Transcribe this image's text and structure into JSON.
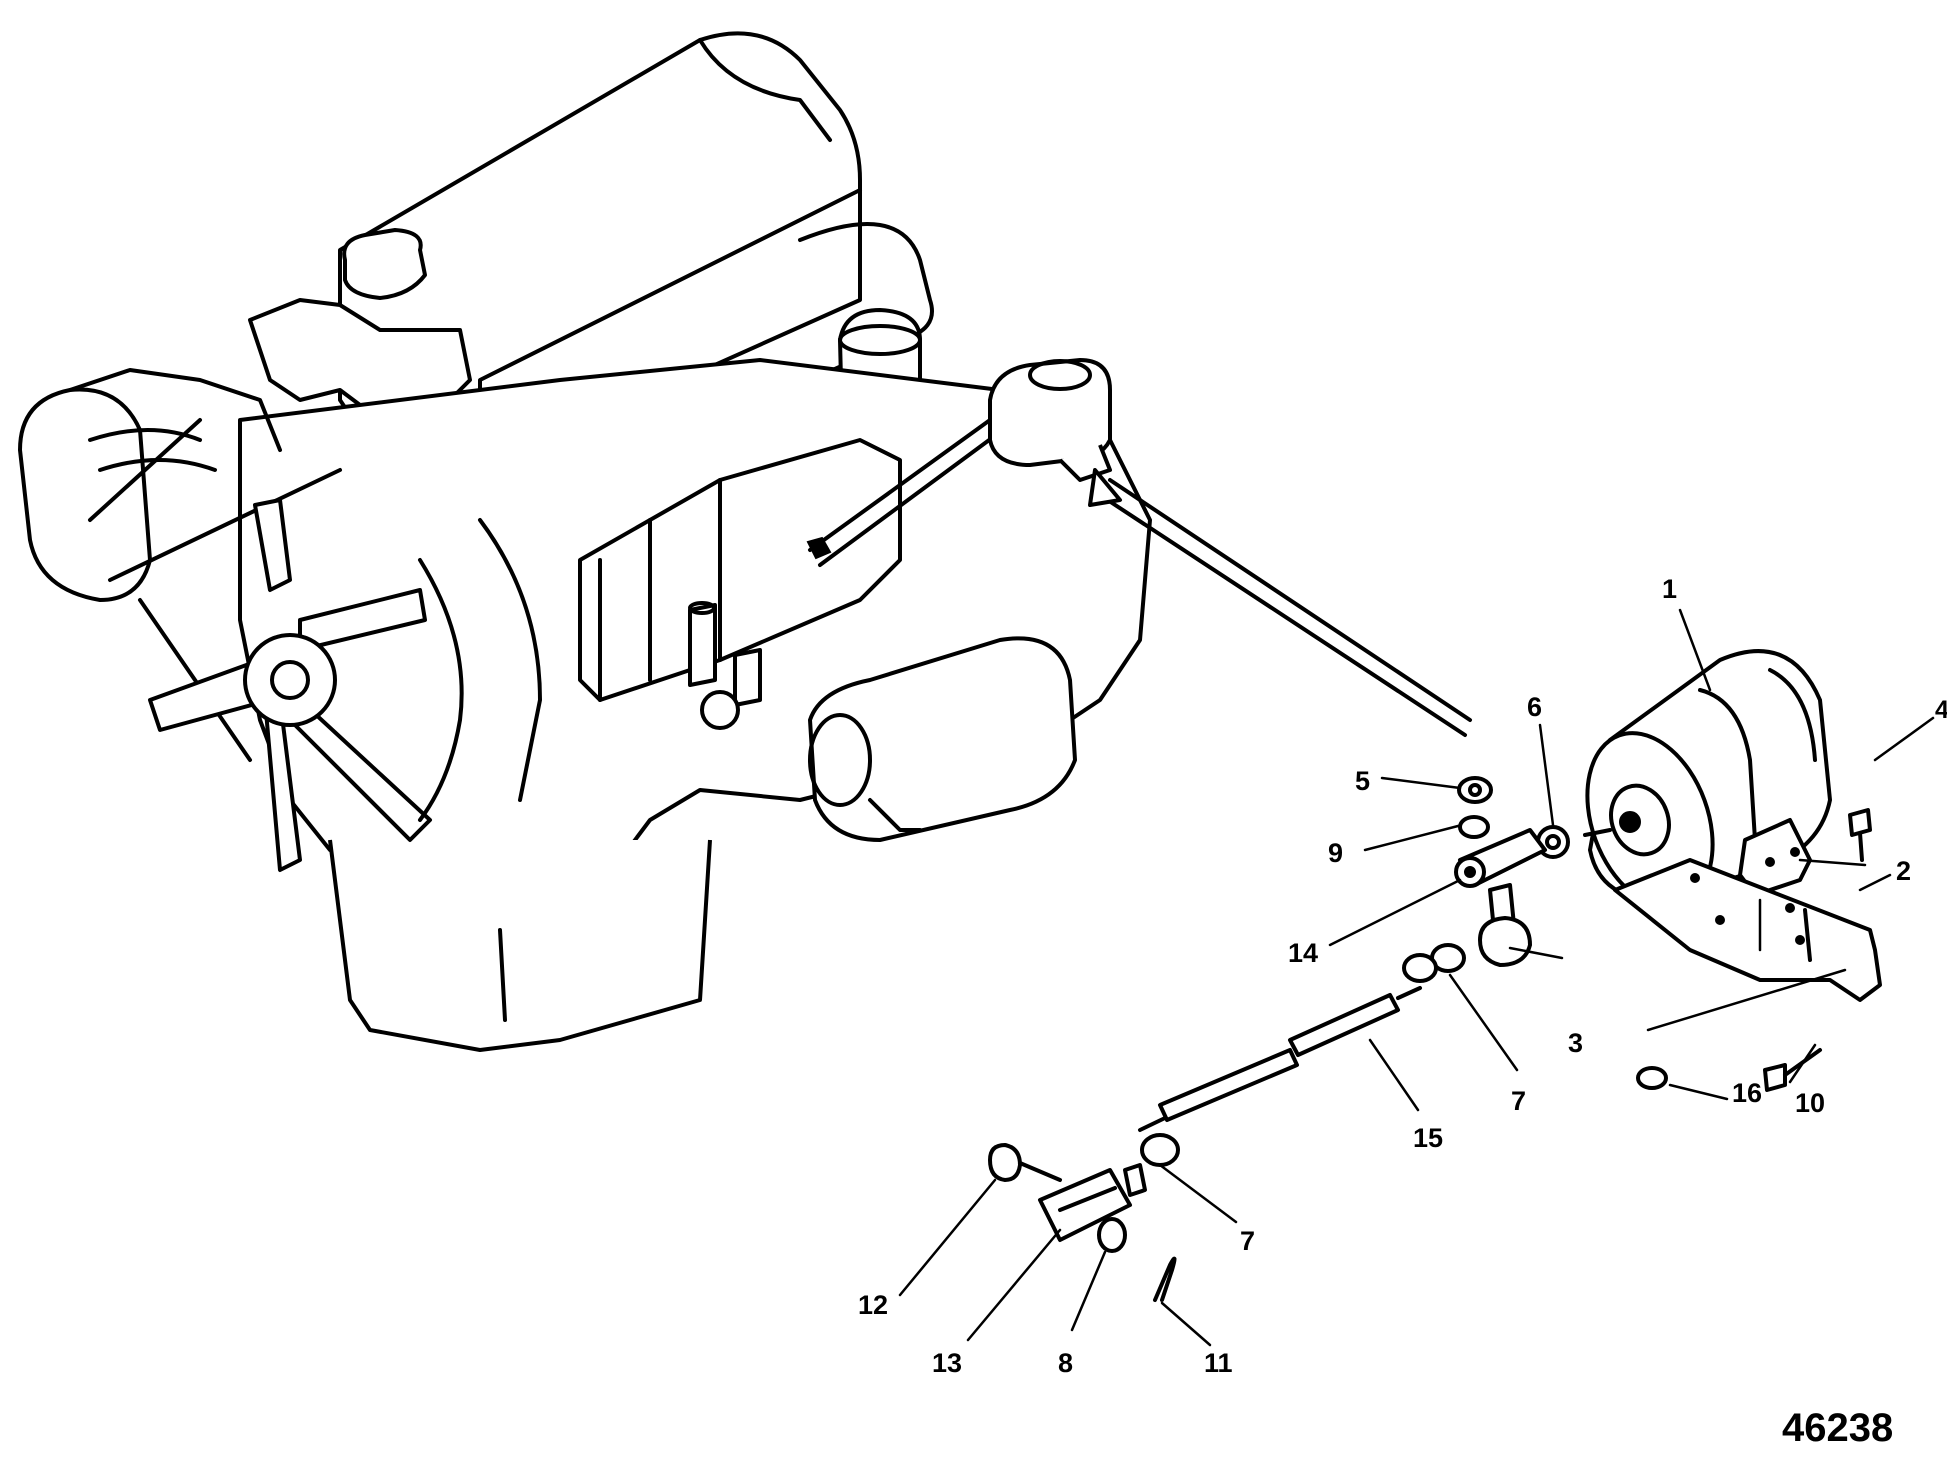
{
  "figure_number": "46238",
  "callouts": [
    {
      "id": "1",
      "label": "1"
    },
    {
      "id": "2",
      "label": "2"
    },
    {
      "id": "3",
      "label": "3"
    },
    {
      "id": "4",
      "label": "4"
    },
    {
      "id": "5",
      "label": "5"
    },
    {
      "id": "6",
      "label": "6"
    },
    {
      "id": "7a",
      "label": "7"
    },
    {
      "id": "7b",
      "label": "7"
    },
    {
      "id": "8",
      "label": "8"
    },
    {
      "id": "9",
      "label": "9"
    },
    {
      "id": "10",
      "label": "10"
    },
    {
      "id": "11",
      "label": "11"
    },
    {
      "id": "12",
      "label": "12"
    },
    {
      "id": "13",
      "label": "13"
    },
    {
      "id": "14",
      "label": "14"
    },
    {
      "id": "15",
      "label": "15"
    },
    {
      "id": "16",
      "label": "16"
    }
  ]
}
